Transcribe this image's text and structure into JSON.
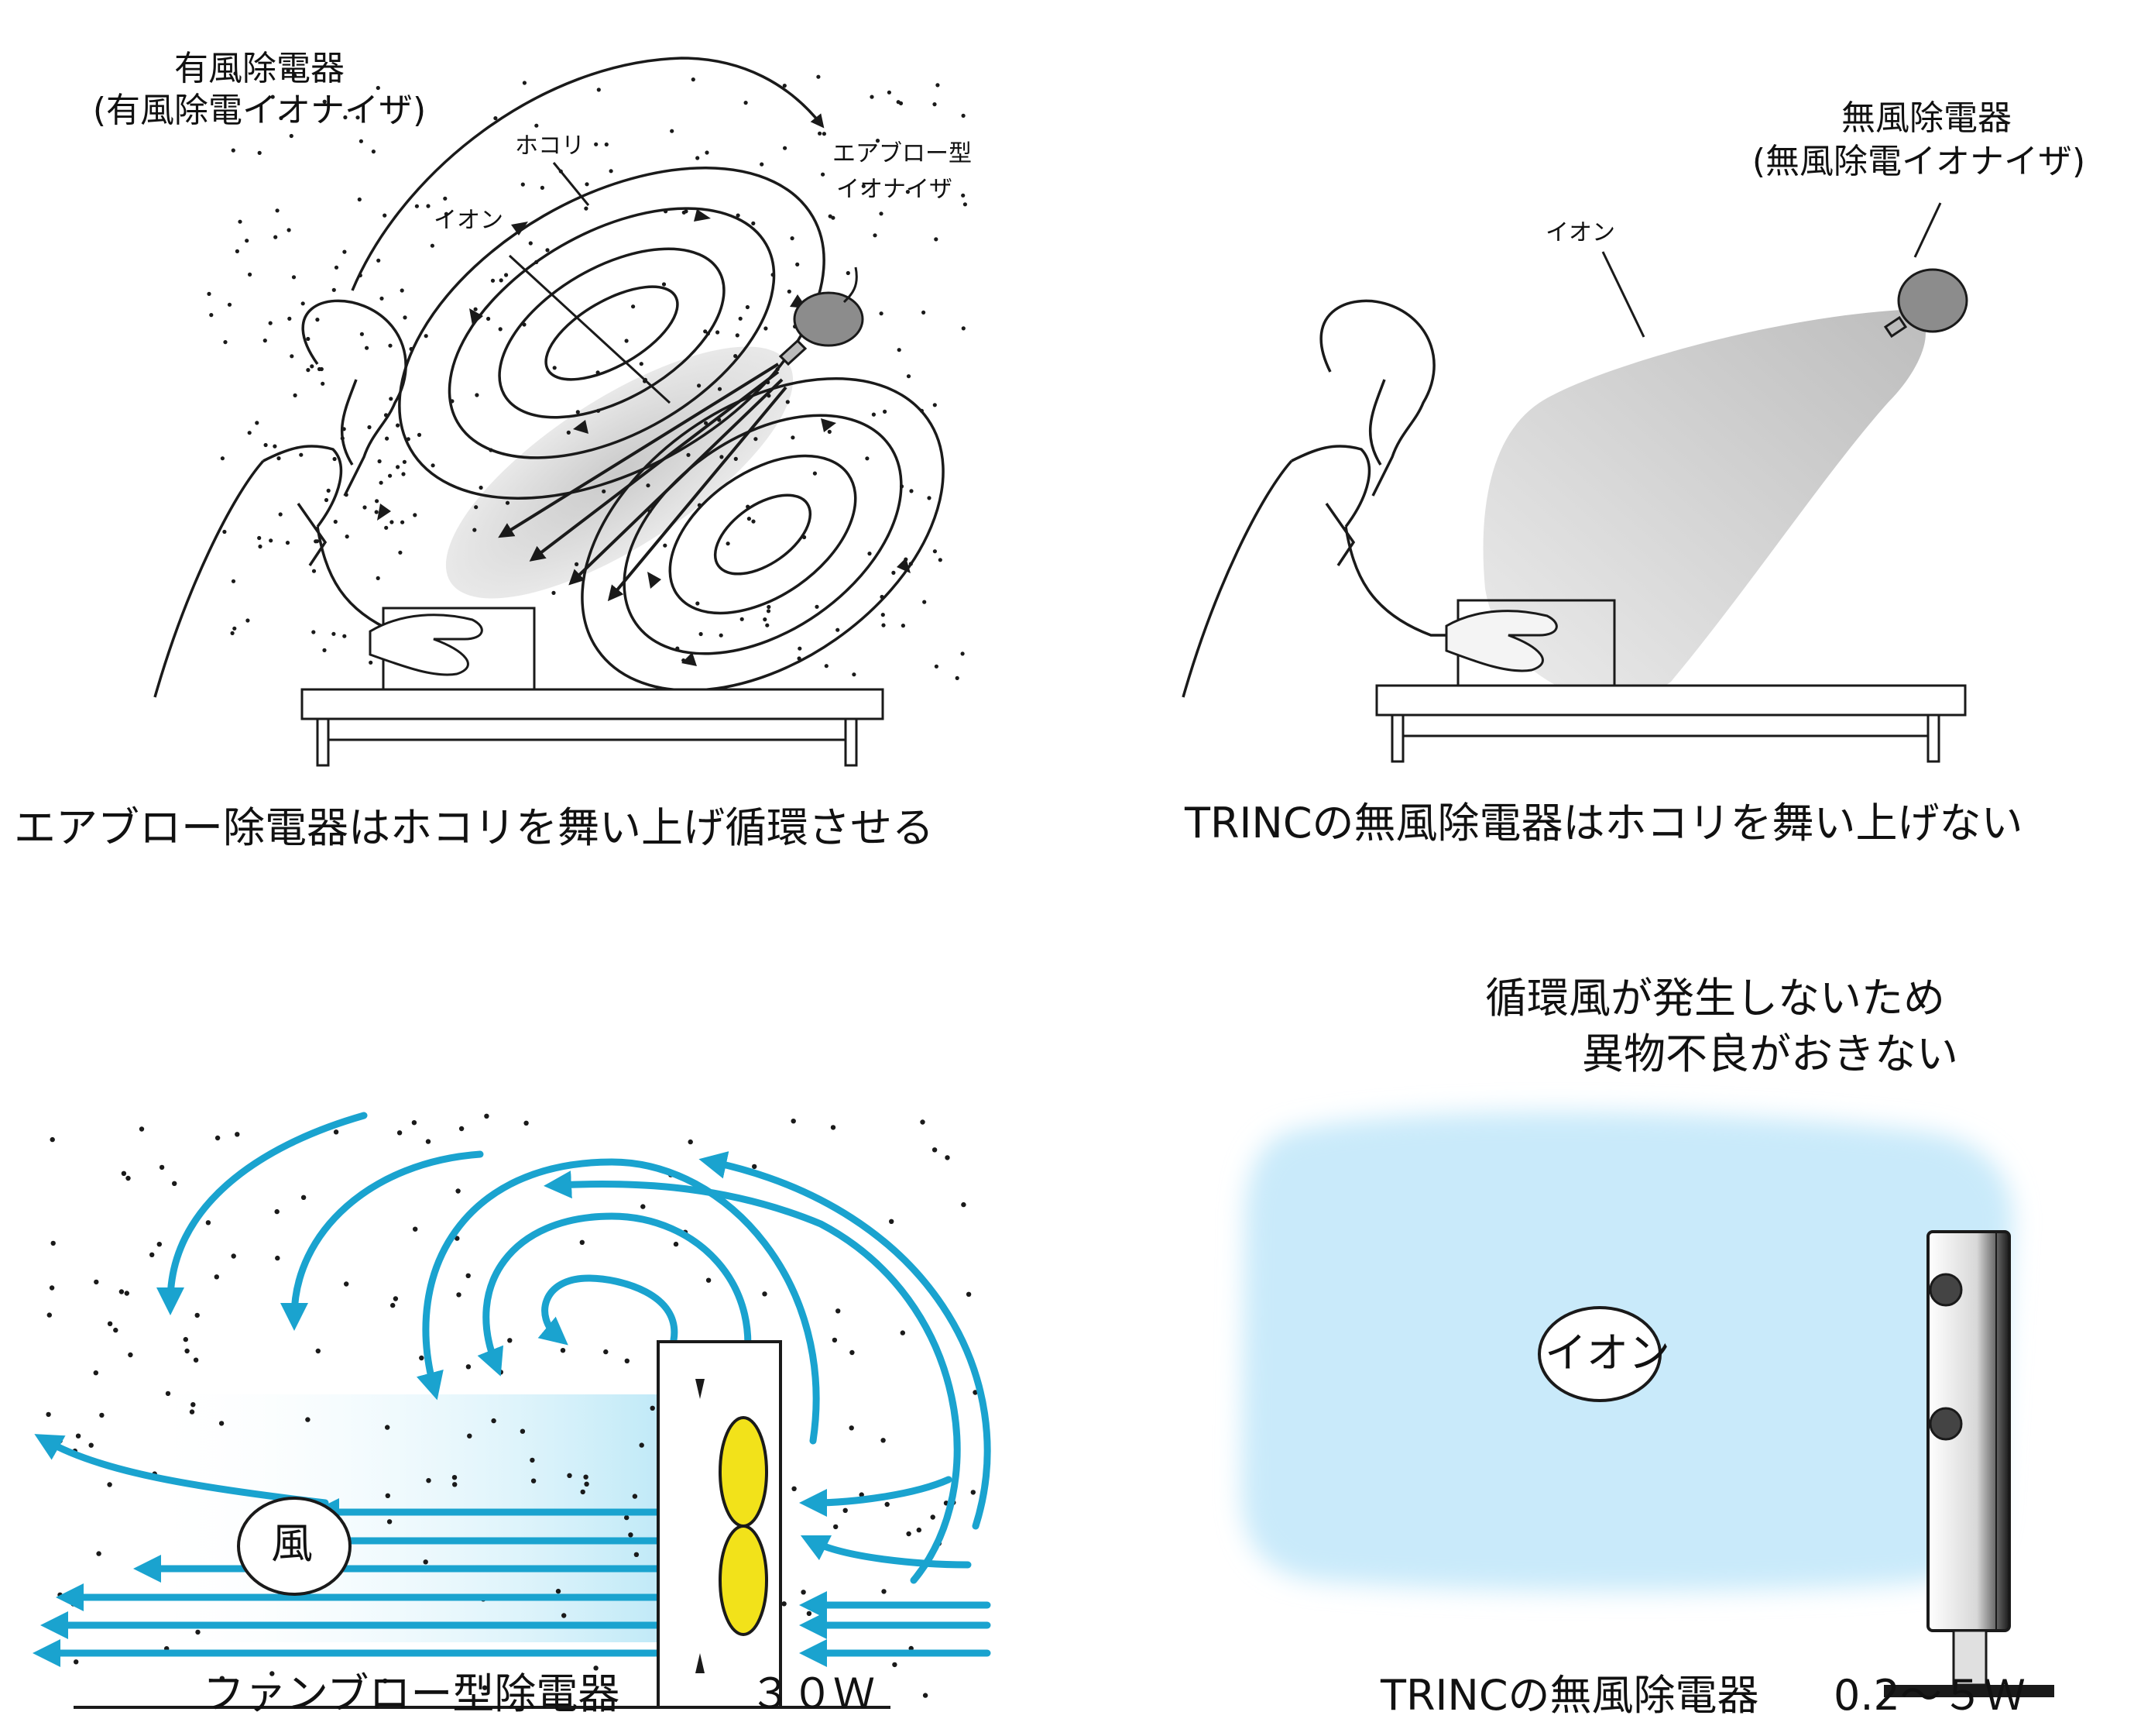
{
  "panels": {
    "airblow": {
      "title_line1": "有風除電器",
      "title_line2": "(有風除電イオナイザ)",
      "label_dust": "ホコリ",
      "label_ion": "イオン",
      "label_device_line1": "エアブロー型",
      "label_device_line2": "イオナイザ",
      "caption": "エアブロー除電器はホコリを舞い上げ循環させる"
    },
    "windless": {
      "title_line1": "無風除電器",
      "title_line2": "(無風除電イオナイザ)",
      "label_ion": "イオン",
      "caption": "TRINCの無風除電器はホコリを舞い上げない"
    },
    "fanblow": {
      "label_wind": "風",
      "caption": "ファンブロー型除電器",
      "power": "３０Ｗ"
    },
    "trinc": {
      "note_line1": "循環風が発生しないため",
      "note_line2": "異物不良がおきない",
      "label_ion": "イオン",
      "caption": "TRINCの無風除電器",
      "power": "0.2～５Ｗ"
    }
  },
  "colors": {
    "line": "#1a1a1a",
    "ion_gray": "#c8c8c8",
    "flow_blue": "#1aa3cf",
    "ion_cloud": "#c9eafa",
    "fan_yellow": "#f2e21a"
  }
}
